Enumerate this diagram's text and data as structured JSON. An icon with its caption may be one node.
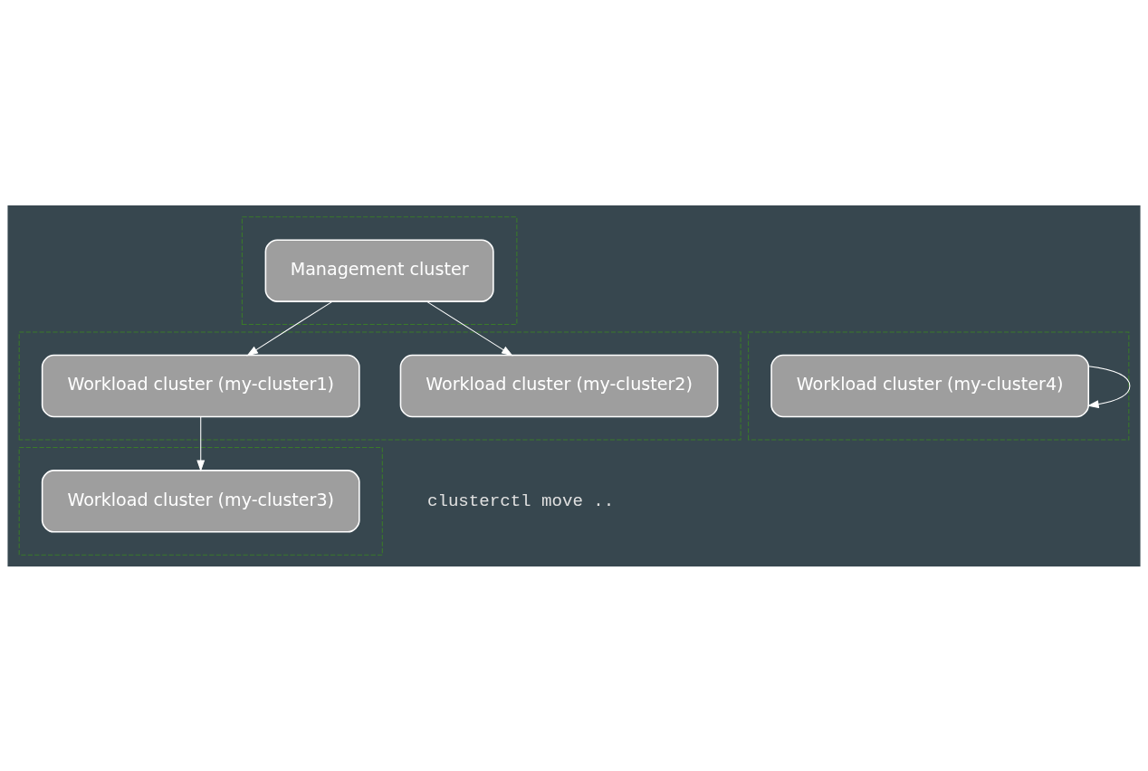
{
  "diagram": {
    "nodes": [
      {
        "text": [],
        "shape": "box"
      },
      {
        "text": [
          "Management cluster"
        ],
        "in": 0
      },
      {
        "text": [],
        "shape": "box"
      },
      {
        "text": [
          "Workload cluster (my-cluster2)"
        ],
        "in": 2
      },
      {
        "text": [
          "Workload cluster (my-cluster1)"
        ],
        "in": 2
      },
      {
        "text": [],
        "shape": "box"
      },
      {
        "text": [
          "Workload cluster (my-cluster4)"
        ],
        "in": 5
      },
      {
        "text": [],
        "shape": "box"
      },
      {
        "text": [
          "Workload cluster (my-cluster3)"
        ],
        "in": 7
      }
    ],
    "edges": [
      {
        "from": 1,
        "to": 3,
        "arrow": "to"
      },
      {
        "from": 1,
        "to": 4,
        "arrow": "to"
      },
      {
        "from": 4,
        "to": 8,
        "arrow": "to"
      },
      {
        "from": 6,
        "to": 6,
        "arrow": "to"
      }
    ],
    "labels": [
      "clusterctl move .."
    ]
  }
}
